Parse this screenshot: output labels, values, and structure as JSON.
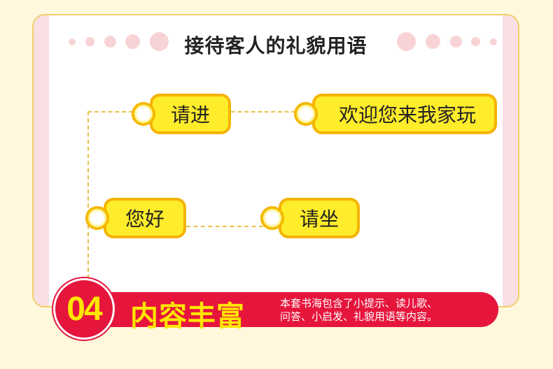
{
  "card": {
    "title": "接待客人的礼貌用语"
  },
  "phrases": [
    {
      "text": "请进"
    },
    {
      "text": "欢迎您来我家玩"
    },
    {
      "text": "您好"
    },
    {
      "text": "请坐"
    }
  ],
  "banner": {
    "number": "04",
    "title": "内容丰富",
    "desc_line1": "本套书海包含了小提示、读儿歌、",
    "desc_line2": "问答、小启发、礼貌用语等内容。"
  },
  "colors": {
    "background": "#fff8dc",
    "accent_red": "#e6153c",
    "tag_yellow": "#ffec2a",
    "tag_border": "#f5b200",
    "title_yellow": "#ffe600",
    "side_pink": "#f9dfe3"
  }
}
